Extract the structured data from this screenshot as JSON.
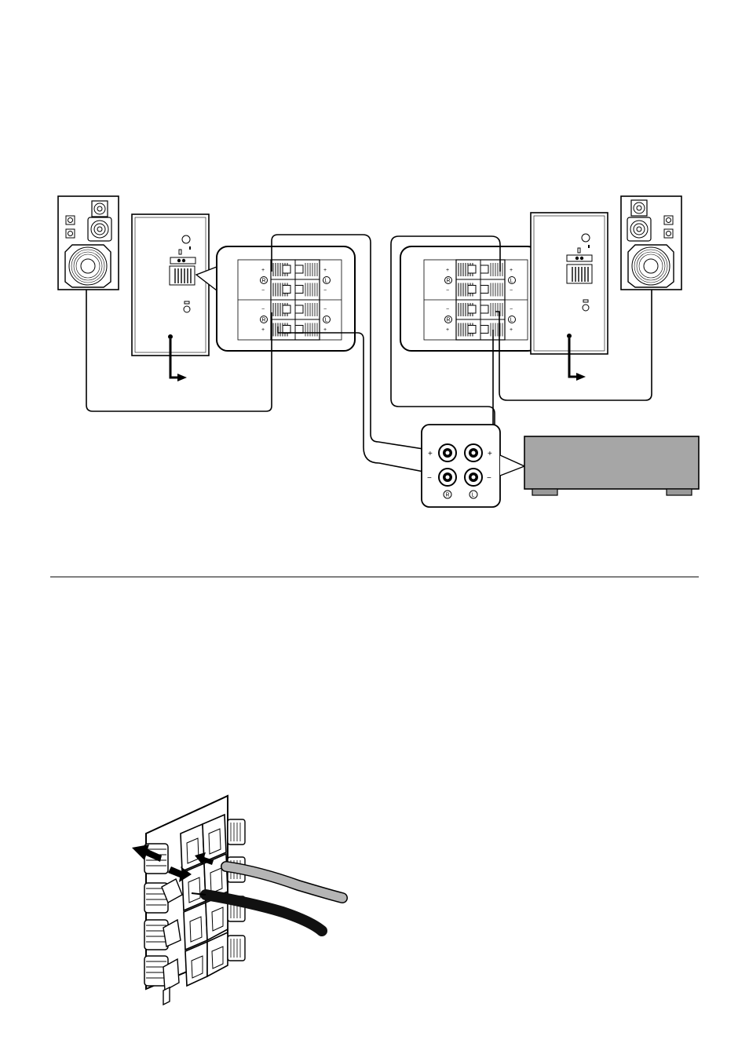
{
  "connection_panel": {
    "row_labels": [
      "+",
      "−",
      "−",
      "+"
    ],
    "channel_right": "R",
    "channel_left": "L"
  },
  "amplifier_terminals": {
    "positive_label": "+",
    "negative_label": "−",
    "channel_right": "R",
    "channel_left": "L"
  },
  "colors": {
    "line": "#000000",
    "amplifier_body": "#a6a6a6",
    "wire_gray": "#b5b5b5",
    "wire_black": "#111111"
  }
}
